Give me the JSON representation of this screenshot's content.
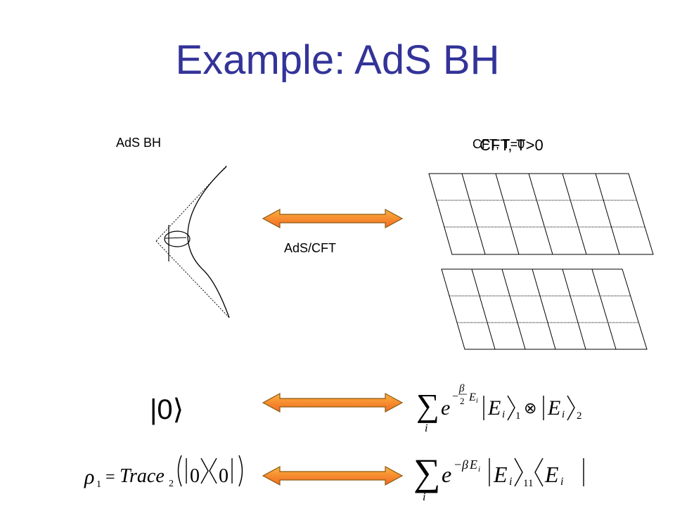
{
  "slide": {
    "title": "Example: AdS BH",
    "left_label": "AdS BH",
    "right_label_front": "CFT, T=0",
    "right_label_back": "CFT, T>0",
    "arrow_label": "AdS/CFT",
    "vacuum_ket": "|0⟩",
    "eq_thermofield": {
      "sum": "∑",
      "sum_index": "i",
      "base": "e",
      "exp_sign": "−",
      "beta": "β",
      "two": "2",
      "energy_sym": "E",
      "energy_sub": "i",
      "ket1_sub": "1",
      "otimes": "⊗",
      "ket2_sub": "2"
    },
    "eq_density": {
      "rho": "ρ",
      "rho_sub": "1",
      "equals": "=",
      "trace": "Trace",
      "trace_sub": "2",
      "zero": "0",
      "sum": "∑",
      "sum_index": "i",
      "base": "e",
      "exp_sign": "−",
      "beta": "β",
      "energy_sym": "E",
      "energy_sub": "i",
      "ket_sub": "11"
    },
    "colors": {
      "title": "#333399",
      "arrow_fill": "#f7941d",
      "arrow_stroke": "#8a5a12"
    }
  }
}
